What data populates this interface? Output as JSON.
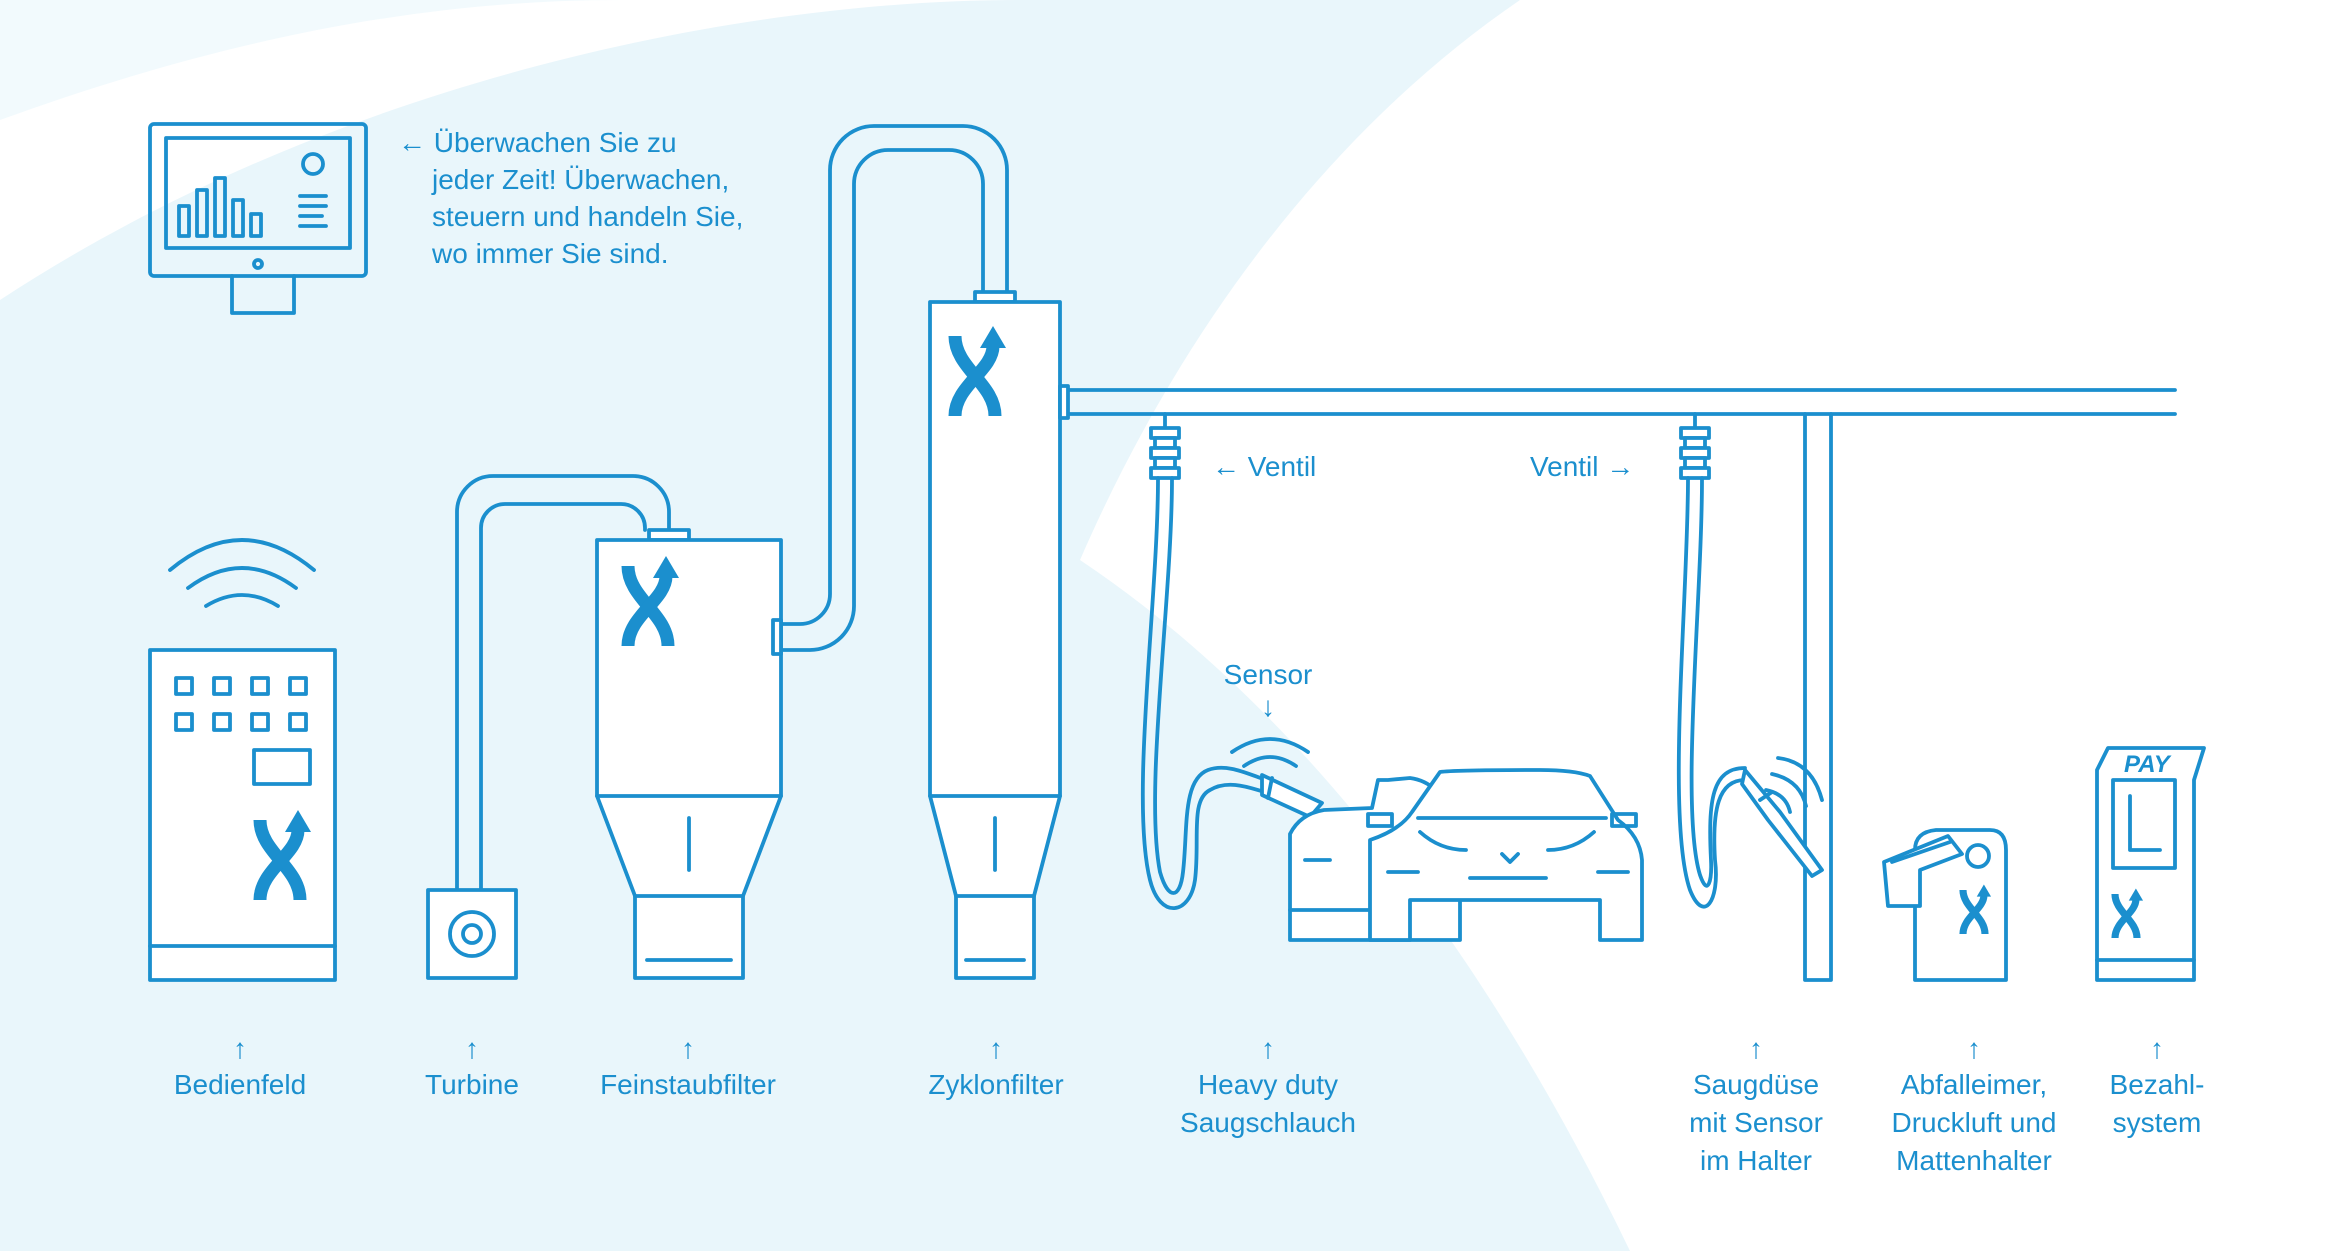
{
  "colors": {
    "line": "#1b8fce",
    "background_tint": "#e9f6fb",
    "background": "#ffffff"
  },
  "monitor_text": {
    "lines": [
      "← Überwachen Sie zu",
      "jeder Zeit! Überwachen,",
      "steuern und handeln Sie,",
      "wo immer Sie sind."
    ]
  },
  "annotations": {
    "ventil_left": "← Ventil",
    "ventil_right": "Ventil →",
    "sensor": "Sensor",
    "sensor_arrow": "↓"
  },
  "pay_label": "PAY",
  "arrow_glyph": "↑",
  "components": [
    {
      "id": "bedienfeld",
      "lines": [
        "Bedienfeld"
      ]
    },
    {
      "id": "turbine",
      "lines": [
        "Turbine"
      ]
    },
    {
      "id": "feinstaubfilter",
      "lines": [
        "Feinstaubfilter"
      ]
    },
    {
      "id": "zyklonfilter",
      "lines": [
        "Zyklonfilter"
      ]
    },
    {
      "id": "saugschlauch",
      "lines": [
        "Heavy duty",
        "Saugschlauch"
      ]
    },
    {
      "id": "saugduese",
      "lines": [
        "Saugdüse",
        "mit Sensor",
        "im Halter"
      ]
    },
    {
      "id": "abfalleimer",
      "lines": [
        "Abfalleimer,",
        "Druckluft und",
        "Mattenhalter"
      ]
    },
    {
      "id": "bezahlsystem",
      "lines": [
        "Bezahl-",
        "system"
      ]
    }
  ],
  "icons": [
    "monitor-icon",
    "wifi-icon",
    "brand-logo-icon",
    "gear-icon",
    "car-icon",
    "nozzle-icon",
    "pay-terminal-icon",
    "valve-icon"
  ]
}
